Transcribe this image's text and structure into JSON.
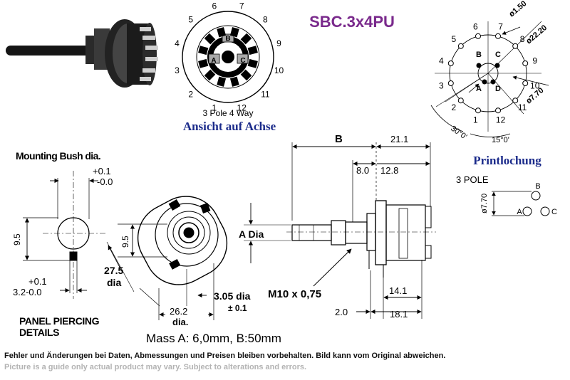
{
  "model": {
    "code": "SBC.3x4PU",
    "color": "#7a2a8c"
  },
  "front_view": {
    "numbers": [
      "1",
      "2",
      "3",
      "4",
      "5",
      "6",
      "7",
      "8",
      "9",
      "10",
      "11",
      "12"
    ],
    "contacts": [
      "A",
      "B",
      "C"
    ],
    "caption": "3 Pole 4 Way",
    "subtitle": "Ansicht auf Achse",
    "subtitle_color": "#1a2a8a"
  },
  "pcb_view": {
    "numbers": [
      "1",
      "2",
      "3",
      "4",
      "5",
      "6",
      "7",
      "8",
      "9",
      "10",
      "11",
      "12"
    ],
    "contacts": [
      "A",
      "B",
      "C",
      "D"
    ],
    "dim_hole": "ø1.50",
    "dim_pitch_circle": "ø22.20",
    "dim_inner": "ø7.70",
    "angle_1": "30°0'",
    "angle_2": "15°0'",
    "title": "Printlochung",
    "title_color": "#1a2a8a",
    "pole_label": "3 POLE",
    "pole_dim": "ø7.70",
    "pole_contacts": [
      "A",
      "B",
      "C"
    ]
  },
  "panel": {
    "title": "Mounting Bush dia.",
    "tol_plus": "+0.1",
    "tol_minus": "-0.0",
    "dim_height": "9.5",
    "width_tol_plus": "+0.1",
    "width_value": "3.2-0.0",
    "caption_line1": "PANEL PIERCING",
    "caption_line2": "DETAILS"
  },
  "body_view": {
    "dim_dia": "27.5",
    "dia_word": "dia",
    "dim_height": "9.5",
    "dim_26": "26.2",
    "dim_26_word": "dia.",
    "dim_305": "3.05 dia",
    "dim_305_tol": "± 0.1"
  },
  "side_view": {
    "dim_b": "B",
    "dim_211": "21.1",
    "dim_80": "8.0",
    "dim_128": "12.8",
    "a_dia": "A Dia",
    "thread": "M10 x 0,75",
    "dim_141": "14.1",
    "dim_20": "2.0",
    "dim_181": "18.1"
  },
  "mass": "Mass A: 6,0mm, B:50mm",
  "footer": {
    "line1": "Fehler und Änderungen bei Daten, Abmessungen und Preisen bleiben vorbehalten. Bild kann vom Original abweichen.",
    "line2": "Picture is a guide only actual product may vary. Subject to alterations and errors."
  }
}
